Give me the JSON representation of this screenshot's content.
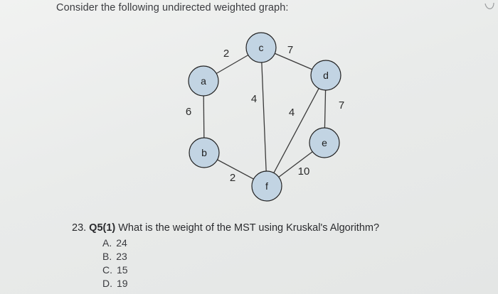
{
  "instruction": "Consider the following undirected weighted graph:",
  "graph": {
    "nodes": [
      {
        "id": "a",
        "label": "a"
      },
      {
        "id": "b",
        "label": "b"
      },
      {
        "id": "c",
        "label": "c"
      },
      {
        "id": "d",
        "label": "d"
      },
      {
        "id": "e",
        "label": "e"
      },
      {
        "id": "f",
        "label": "f"
      }
    ],
    "edges": [
      {
        "from": "a",
        "to": "c",
        "weight": "2"
      },
      {
        "from": "a",
        "to": "b",
        "weight": "6"
      },
      {
        "from": "b",
        "to": "f",
        "weight": "2"
      },
      {
        "from": "c",
        "to": "f",
        "weight": "4"
      },
      {
        "from": "c",
        "to": "d",
        "weight": "7"
      },
      {
        "from": "d",
        "to": "f",
        "weight": "4"
      },
      {
        "from": "d",
        "to": "e",
        "weight": "7"
      },
      {
        "from": "e",
        "to": "f",
        "weight": "10"
      }
    ],
    "node_fill": "#c2d4e3",
    "node_stroke": "#222222",
    "edge_color": "#3a3a3a"
  },
  "question": {
    "number": "23.",
    "label": "Q5(1)",
    "text": "What is the weight of the MST using Kruskal's Algorithm?"
  },
  "options": [
    {
      "letter": "A.",
      "value": "24"
    },
    {
      "letter": "B.",
      "value": "23"
    },
    {
      "letter": "C.",
      "value": "15"
    },
    {
      "letter": "D.",
      "value": "19"
    }
  ]
}
